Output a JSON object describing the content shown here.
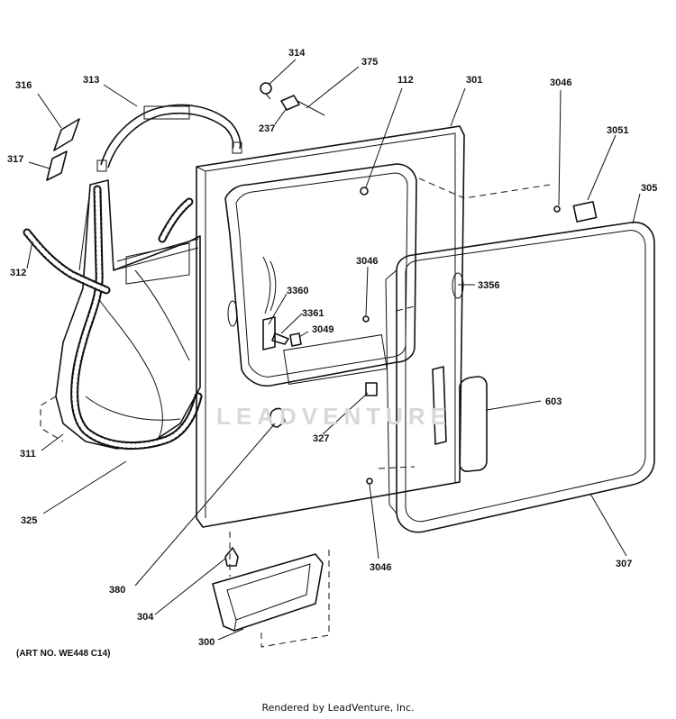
{
  "callouts": [
    "314",
    "375",
    "316",
    "313",
    "112",
    "301",
    "3046",
    "3051",
    "305",
    "237",
    "317",
    "312",
    "3046",
    "3360",
    "3356",
    "3361",
    "3049",
    "603",
    "327",
    "311",
    "325",
    "380",
    "3046",
    "307",
    "304",
    "300"
  ],
  "art_number": "(ART NO. WE448 C14)",
  "watermark": "LEADVENTURE",
  "footer": "Rendered by LeadVenture, Inc."
}
